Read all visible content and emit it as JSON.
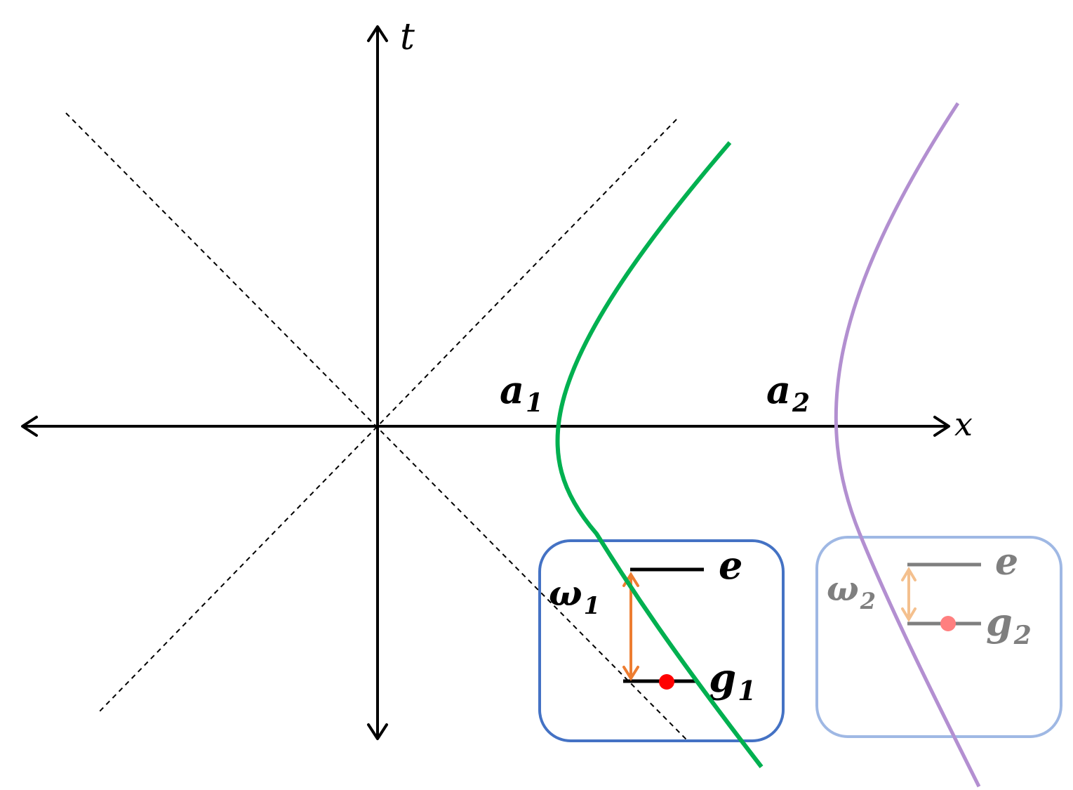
{
  "axes": {
    "x_label": "x",
    "t_label": "t"
  },
  "trajectories": {
    "first": {
      "label_main": "a",
      "label_sub": "1",
      "color": "#00b050"
    },
    "second": {
      "label_main": "a",
      "label_sub": "2",
      "color": "#b28fd0"
    }
  },
  "detector_1": {
    "box_color": "#4472c4",
    "excited_label": "e",
    "ground_label_main": "g",
    "ground_label_sub": "1",
    "gap_label_main": "ω",
    "gap_label_sub": "1",
    "level_color": "#000000",
    "arrow_color": "#ed7d31",
    "population_color": "#ff0000"
  },
  "detector_2": {
    "box_color": "#9fb8e4",
    "excited_label": "e",
    "ground_label_main": "g",
    "ground_label_sub": "2",
    "gap_label_main": "ω",
    "gap_label_sub": "2",
    "level_color": "#7f7f7f",
    "arrow_color": "#f4c08e",
    "population_color": "#ff7f7f"
  }
}
